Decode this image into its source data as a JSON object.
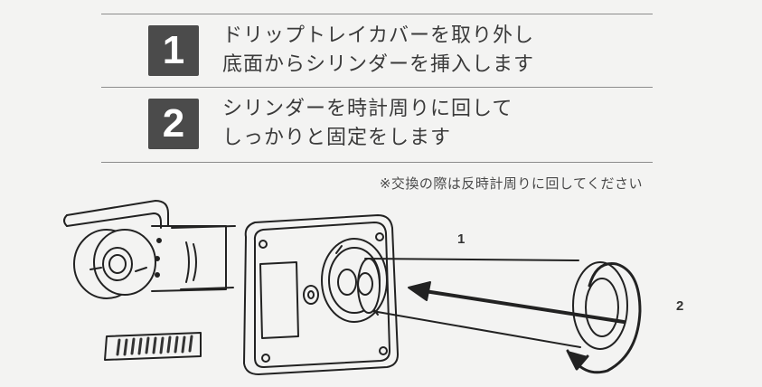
{
  "steps": [
    {
      "number": "1",
      "line1": "ドリップトレイカバーを取り外し",
      "line2": "底面からシリンダーを挿入します"
    },
    {
      "number": "2",
      "line1": "シリンダーを時計周りに回して",
      "line2": "しっかりと固定をします"
    }
  ],
  "note": "※交換の際は反時計周りに回してください",
  "diagram": {
    "label_insert": "1",
    "label_rotate": "2"
  }
}
